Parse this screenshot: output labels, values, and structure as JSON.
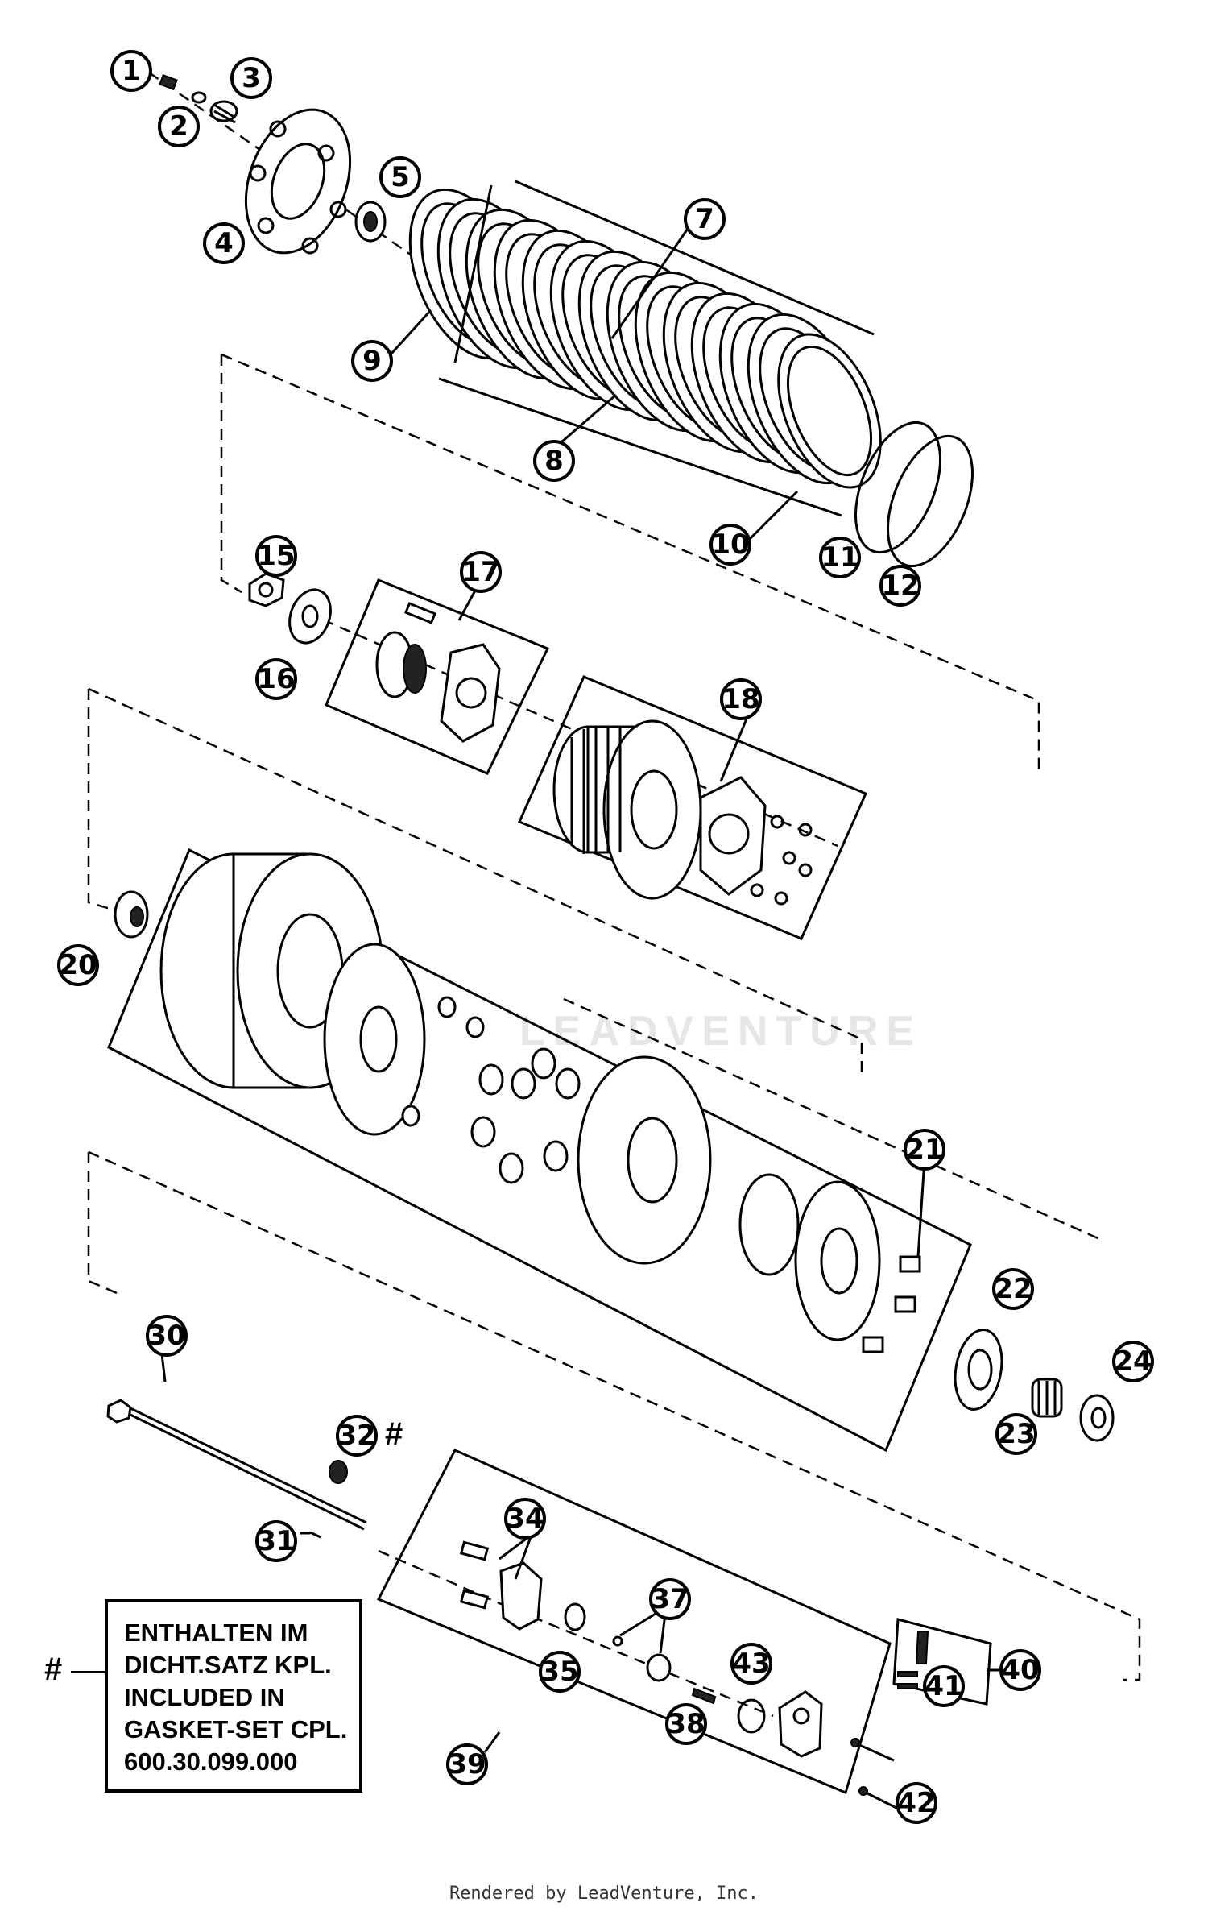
{
  "callouts": [
    {
      "id": "c1",
      "label": "1"
    },
    {
      "id": "c2",
      "label": "2"
    },
    {
      "id": "c3",
      "label": "3"
    },
    {
      "id": "c4",
      "label": "4"
    },
    {
      "id": "c5",
      "label": "5"
    },
    {
      "id": "c7",
      "label": "7"
    },
    {
      "id": "c8",
      "label": "8"
    },
    {
      "id": "c9",
      "label": "9"
    },
    {
      "id": "c10",
      "label": "10"
    },
    {
      "id": "c11",
      "label": "11"
    },
    {
      "id": "c12",
      "label": "12"
    },
    {
      "id": "c15",
      "label": "15"
    },
    {
      "id": "c16",
      "label": "16"
    },
    {
      "id": "c17",
      "label": "17"
    },
    {
      "id": "c18",
      "label": "18"
    },
    {
      "id": "c20",
      "label": "20"
    },
    {
      "id": "c21",
      "label": "21"
    },
    {
      "id": "c22",
      "label": "22"
    },
    {
      "id": "c23",
      "label": "23"
    },
    {
      "id": "c24",
      "label": "24"
    },
    {
      "id": "c30",
      "label": "30"
    },
    {
      "id": "c31",
      "label": "31"
    },
    {
      "id": "c32",
      "label": "32"
    },
    {
      "id": "c34",
      "label": "34"
    },
    {
      "id": "c35",
      "label": "35"
    },
    {
      "id": "c37",
      "label": "37"
    },
    {
      "id": "c38",
      "label": "38"
    },
    {
      "id": "c39",
      "label": "39"
    },
    {
      "id": "c40",
      "label": "40"
    },
    {
      "id": "c41",
      "label": "41"
    },
    {
      "id": "c42",
      "label": "42"
    },
    {
      "id": "c43",
      "label": "43"
    }
  ],
  "gasket_note": {
    "marker": "#",
    "lines": [
      "ENTHALTEN IM",
      "DICHT.SATZ KPL.",
      "INCLUDED IN",
      "GASKET-SET CPL.",
      "600.30.099.000"
    ]
  },
  "part32_marker": "#",
  "watermark": "LEADVENTURE",
  "footer": "Rendered by LeadVenture, Inc."
}
